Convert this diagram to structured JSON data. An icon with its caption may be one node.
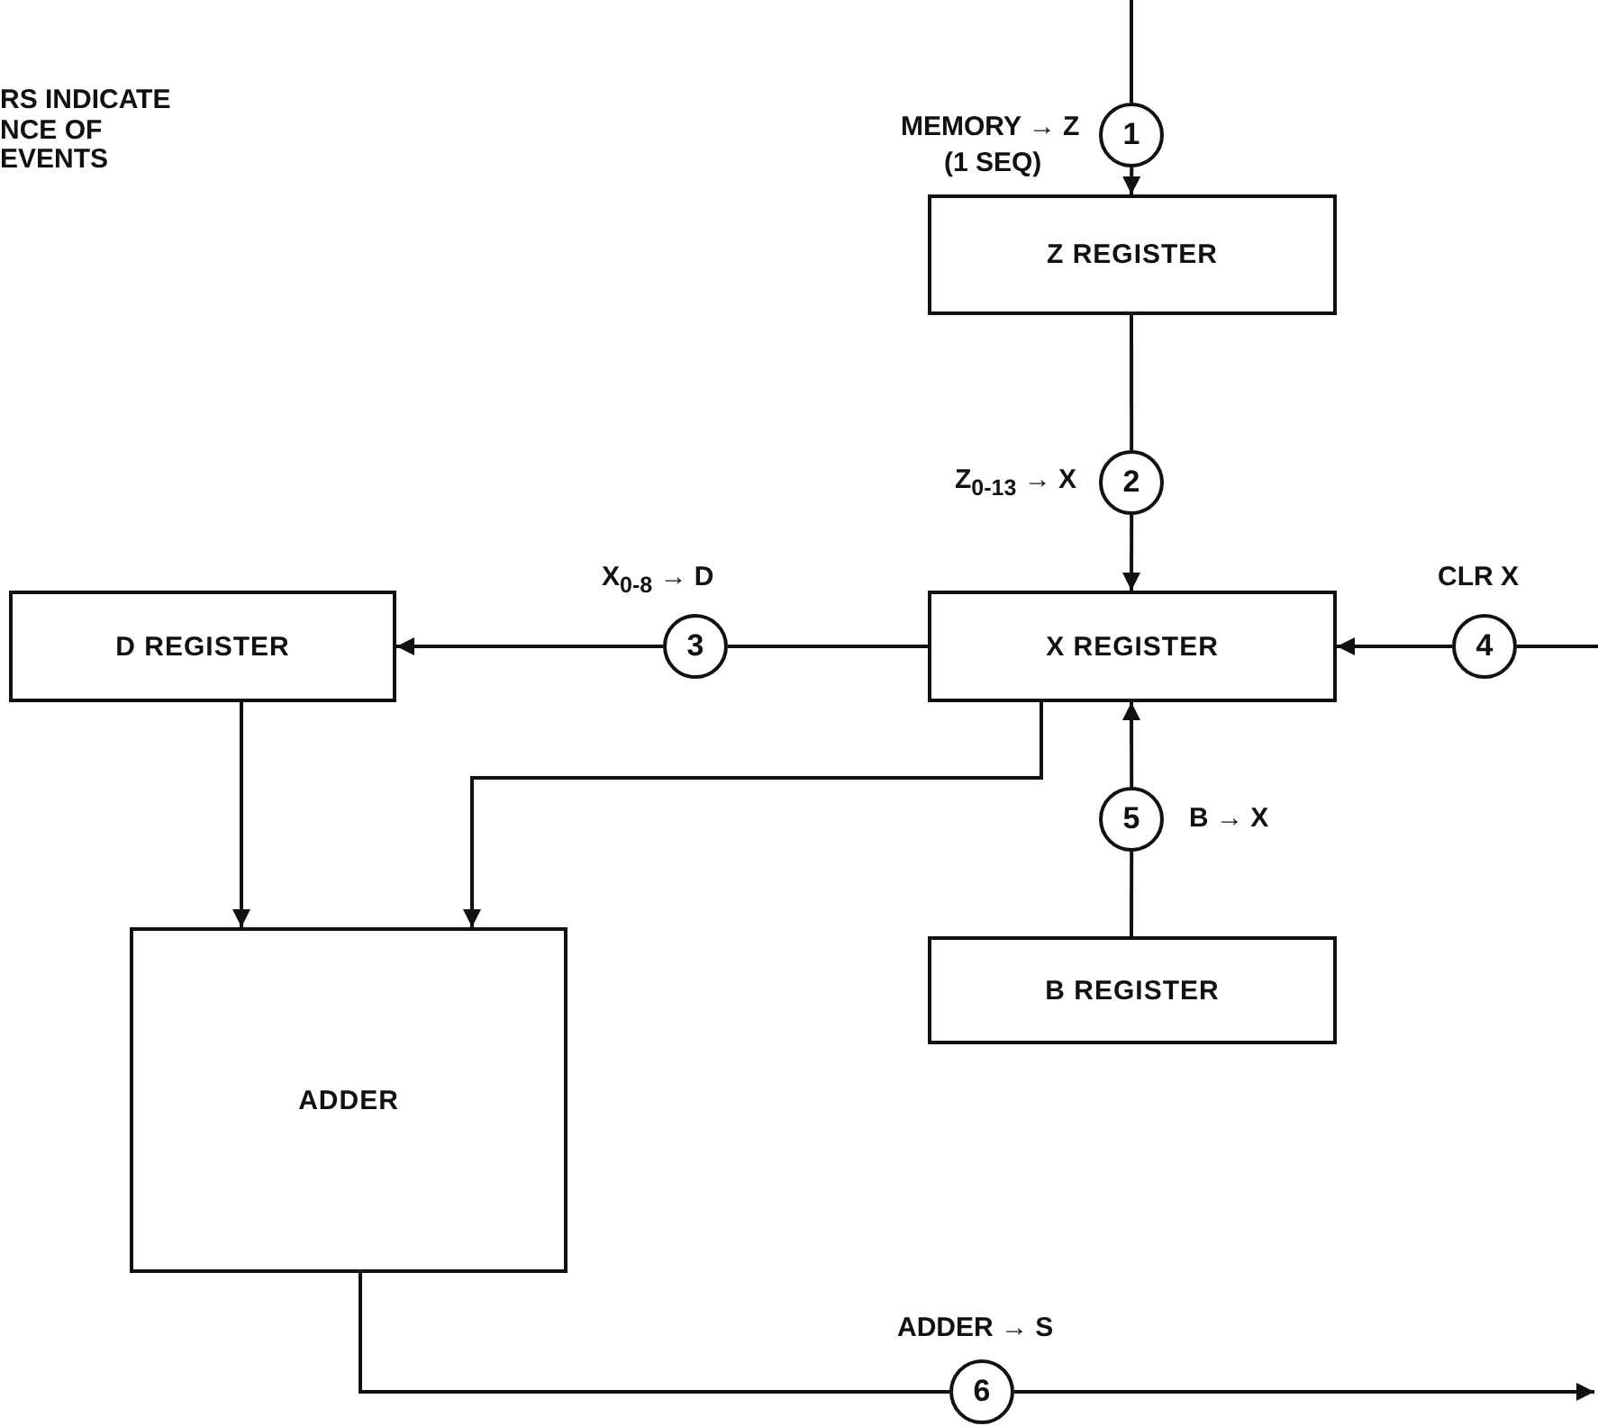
{
  "diagram": {
    "nodes": [
      {
        "text": [
          "1"
        ],
        "beside": [
          "MEMORY → Z",
          "(1 SEQ)"
        ]
      },
      {
        "text": [
          "Z REGISTER"
        ]
      },
      {
        "text": [
          "2"
        ],
        "beside": [
          "Z$_{0-13}$ → X"
        ]
      },
      {
        "text": [
          "D REGISTER"
        ]
      },
      {
        "text": [
          "3"
        ],
        "beside": [
          "X$_{0-8}$ → D"
        ]
      },
      {
        "text": [
          "X REGISTER"
        ]
      },
      {
        "text": [
          "4"
        ],
        "beside": [
          "CLR X"
        ]
      },
      {
        "text": [
          "5"
        ],
        "beside": [
          "B → X"
        ]
      },
      {
        "text": [
          "B REGISTER"
        ]
      },
      {
        "text": [
          "ADDER"
        ]
      },
      {
        "text": [
          "6"
        ],
        "beside": [
          "ADDER → S"
        ]
      }
    ],
    "edges": [
      {
        "from": null,
        "to": 0,
        "arrow": "none"
      },
      {
        "from": 0,
        "to": 1,
        "arrow": "to"
      },
      {
        "from": 1,
        "to": 2,
        "arrow": "none"
      },
      {
        "from": 2,
        "to": 5,
        "arrow": "to"
      },
      {
        "from": 5,
        "to": 4,
        "arrow": "none"
      },
      {
        "from": 4,
        "to": 3,
        "arrow": "to"
      },
      {
        "from": null,
        "to": 6,
        "arrow": "none"
      },
      {
        "from": 6,
        "to": 5,
        "arrow": "to"
      },
      {
        "from": 8,
        "to": 7,
        "arrow": "none"
      },
      {
        "from": 7,
        "to": 5,
        "arrow": "to"
      },
      {
        "from": 3,
        "to": 9,
        "arrow": "to"
      },
      {
        "from": 5,
        "to": 9,
        "arrow": "to"
      },
      {
        "from": 9,
        "to": 10,
        "arrow": "none"
      },
      {
        "from": 10,
        "to": null,
        "arrow": "to"
      }
    ],
    "labels": [
      "RS INDICATE NCE OF EVENTS"
    ]
  }
}
